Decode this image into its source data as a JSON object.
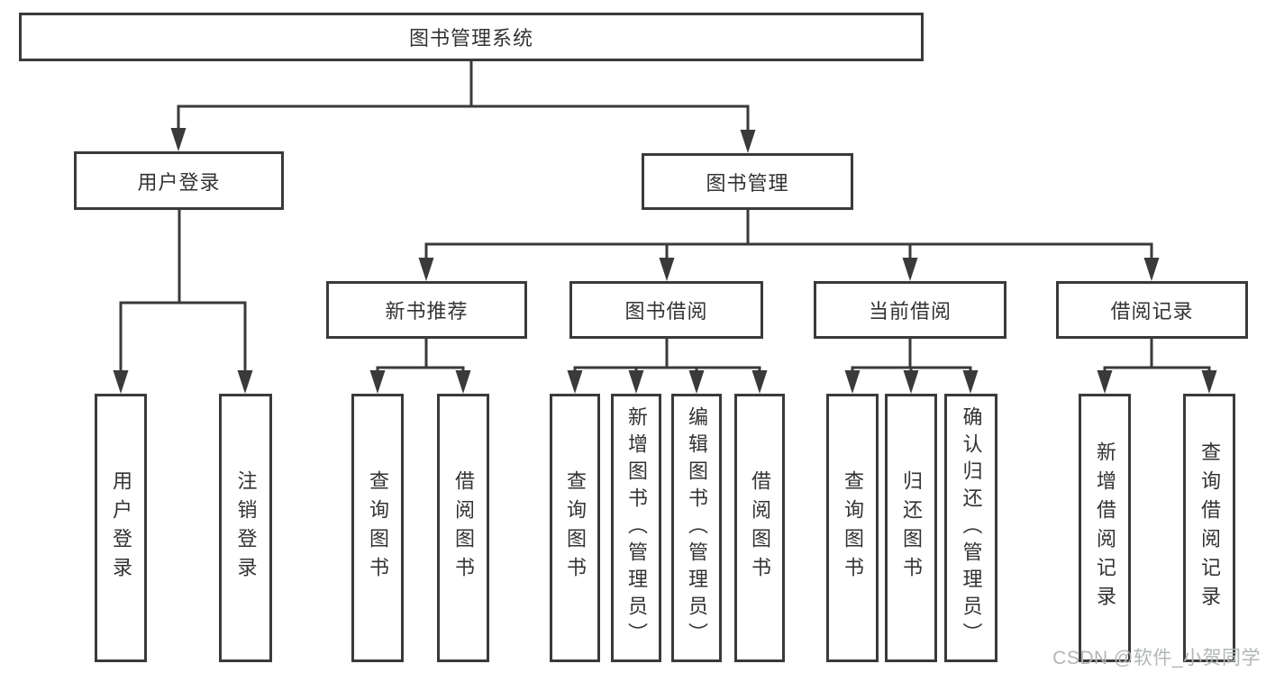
{
  "diagram": {
    "root": "图书管理系统",
    "level2": {
      "user_login": "用户登录",
      "book_mgmt": "图书管理"
    },
    "level3": {
      "new_book": "新书推荐",
      "book_borrow": "图书借阅",
      "current_borrow": "当前借阅",
      "borrow_record": "借阅记录"
    },
    "leaves": {
      "user_login": [
        "用户登录",
        "注销登录"
      ],
      "new_book": [
        "查询图书",
        "借阅图书"
      ],
      "book_borrow": [
        "查询图书",
        "新增图书（管理员）",
        "编辑图书（管理员）",
        "借阅图书"
      ],
      "current_borrow": [
        "查询图书",
        "归还图书",
        "确认归还（管理员）"
      ],
      "borrow_record": [
        "新增借阅记录",
        "查询借阅记录"
      ]
    }
  },
  "watermark": "CSDN @软件_小贺同学",
  "colors": {
    "line": "#3a3a3a",
    "text": "#333333",
    "background": "#ffffff",
    "watermark": "#b2b6b6"
  }
}
